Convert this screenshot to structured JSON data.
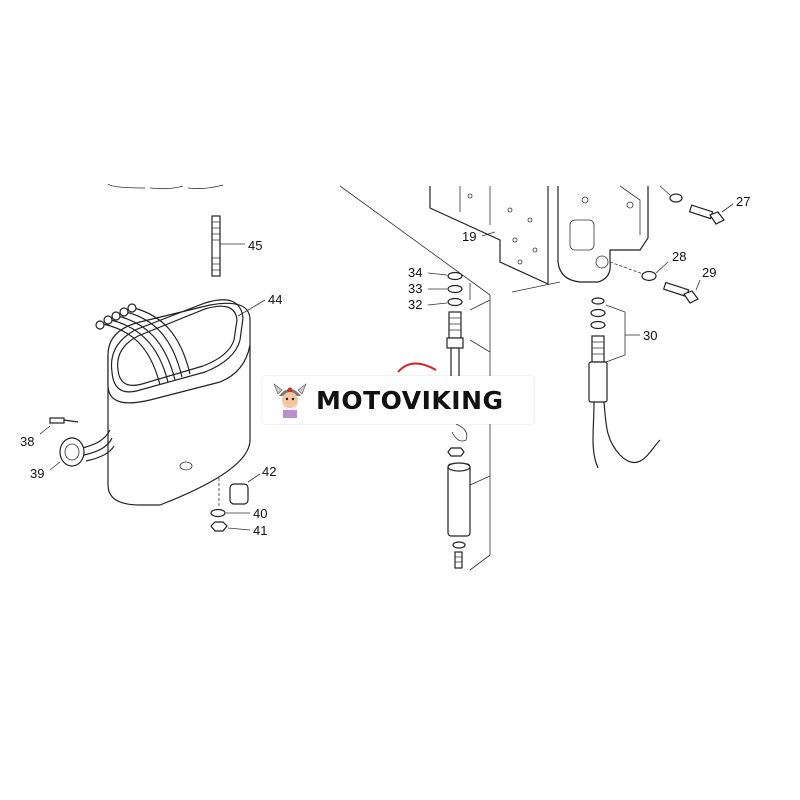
{
  "diagram": {
    "part_labels": {
      "p19": "19",
      "p27": "27",
      "p28": "28",
      "p29": "29",
      "p30": "30",
      "p32": "32",
      "p33": "33",
      "p34": "34",
      "p38": "38",
      "p39": "39",
      "p40": "40",
      "p41": "41",
      "p42": "42",
      "p44": "44",
      "p45": "45"
    }
  },
  "watermark": {
    "brand": "MOTOVIKING",
    "logo_icon": "viking-mascot-icon"
  },
  "colors": {
    "line": "#222222",
    "accent": "#d62020",
    "background": "#ffffff"
  }
}
